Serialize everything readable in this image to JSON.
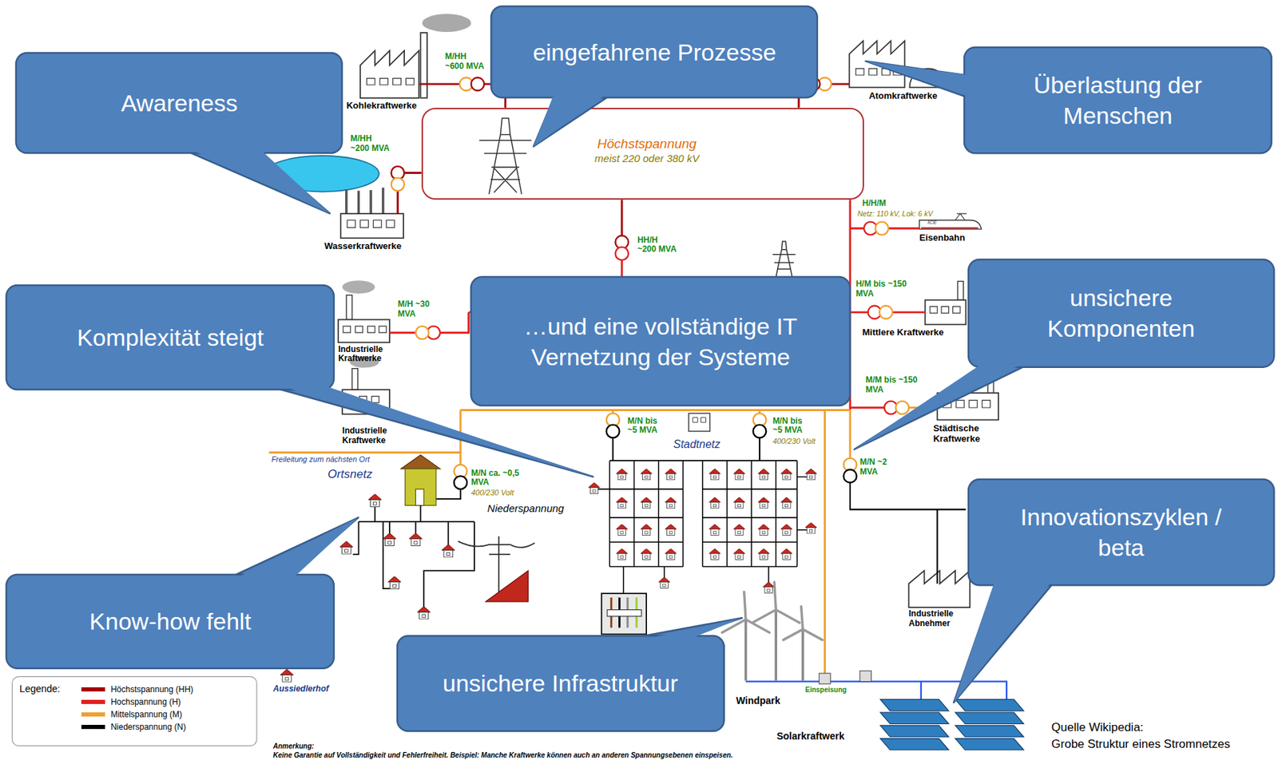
{
  "diagram": {
    "nodes": [
      {
        "text": [
          "Awareness"
        ]
      },
      {
        "text": [
          "eingefahrene Prozesse"
        ]
      },
      {
        "text": [
          "Höchstspannung",
          "meist 220 oder 380 kV"
        ]
      },
      {
        "text": [
          "Überlastung der Menschen"
        ]
      },
      {
        "text": [
          "Komplexität steigt"
        ]
      },
      {
        "text": [
          "…und eine vollständige IT Vernetzung der Systeme"
        ]
      },
      {
        "text": [
          "unsichere Komponenten"
        ]
      },
      {
        "text": [
          "Innovationszyklen / beta"
        ]
      },
      {
        "text": [
          "Know-how fehlt"
        ]
      },
      {
        "text": [
          "unsichere Infrastruktur"
        ]
      }
    ],
    "labels": [
      "Kohlekraftwerke",
      "M/HH ~600 MVA",
      "Atomkraftwerke",
      "M/HH ~200 MVA",
      "Wasserkraftwerke",
      "HH/H ~200 MVA",
      "H/H/M",
      "Netz: 110 kV, Lok: 6 kV",
      "ICE",
      "Eisenbahn",
      "M/H ~30 MVA",
      "Industrielle Kraftwerke",
      "Industrielle Kraftwerke",
      "H/M bis ~150 MVA",
      "Mittlere Kraftwerke",
      "M/M bis ~150 MVA",
      "Städtische Kraftwerke",
      "Freileitung zum nächsten Ort",
      "Ortsnetz",
      "M/N ca. ~0,5 MVA",
      "400/230 Volt",
      "Niederspannung",
      "M/N bis ~5 MVA",
      "Stadtnetz",
      "M/N bis ~5 MVA",
      "400/230 Volt",
      "M/N ~2 MVA",
      "Industrielle Abnehmer",
      "Aussiedlerhof",
      "Windpark",
      "Einspeisung",
      "Solarkraftwerk",
      "Legende:",
      "Anmerkung:",
      "Keine Garantie auf Vollständigkeit und Fehlerfreiheit. Beispiel: Manche Kraftwerke können auch an anderen Spannungsebenen einspeisen.",
      "Quelle Wikipedia:",
      "Grobe Struktur eines Stromnetzes"
    ],
    "legend": [
      {
        "text": "Höchstspannung (HH)",
        "color": "#a50000"
      },
      {
        "text": "Hochspannung (H)",
        "color": "#e02020"
      },
      {
        "text": "Mittelspannung (M)",
        "color": "#f0a030"
      },
      {
        "text": "Niederspannung (N)",
        "color": "#000000"
      }
    ]
  }
}
